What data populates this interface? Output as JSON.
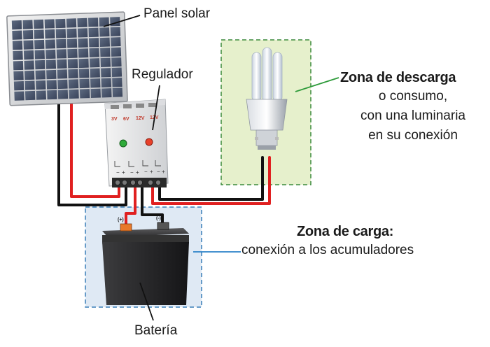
{
  "labels": {
    "panel_solar": "Panel solar",
    "regulador": "Regulador",
    "zona_descarga_title": "Zona de descarga",
    "zona_descarga_line1": "o consumo,",
    "zona_descarga_line2": "con una luminaria",
    "zona_descarga_line3": "en su conexión",
    "zona_carga_title": "Zona de carga:",
    "zona_carga_desc": "conexión a los acumuladores",
    "bateria": "Batería"
  },
  "regulator": {
    "voltages": [
      "3V",
      "6V",
      "12V",
      "12V"
    ]
  },
  "battery": {
    "positive": "(+)",
    "negative": "(-)"
  },
  "colors": {
    "discharge_zone_fill": "#e6f0cc",
    "discharge_zone_border": "#3c8a3c",
    "charge_zone_fill": "#dfe9f4",
    "charge_zone_border": "#3a7fb8",
    "wire_red": "#e02020",
    "wire_black": "#111111",
    "leader_green": "#2e9b3a",
    "leader_blue": "#2c82c9"
  }
}
